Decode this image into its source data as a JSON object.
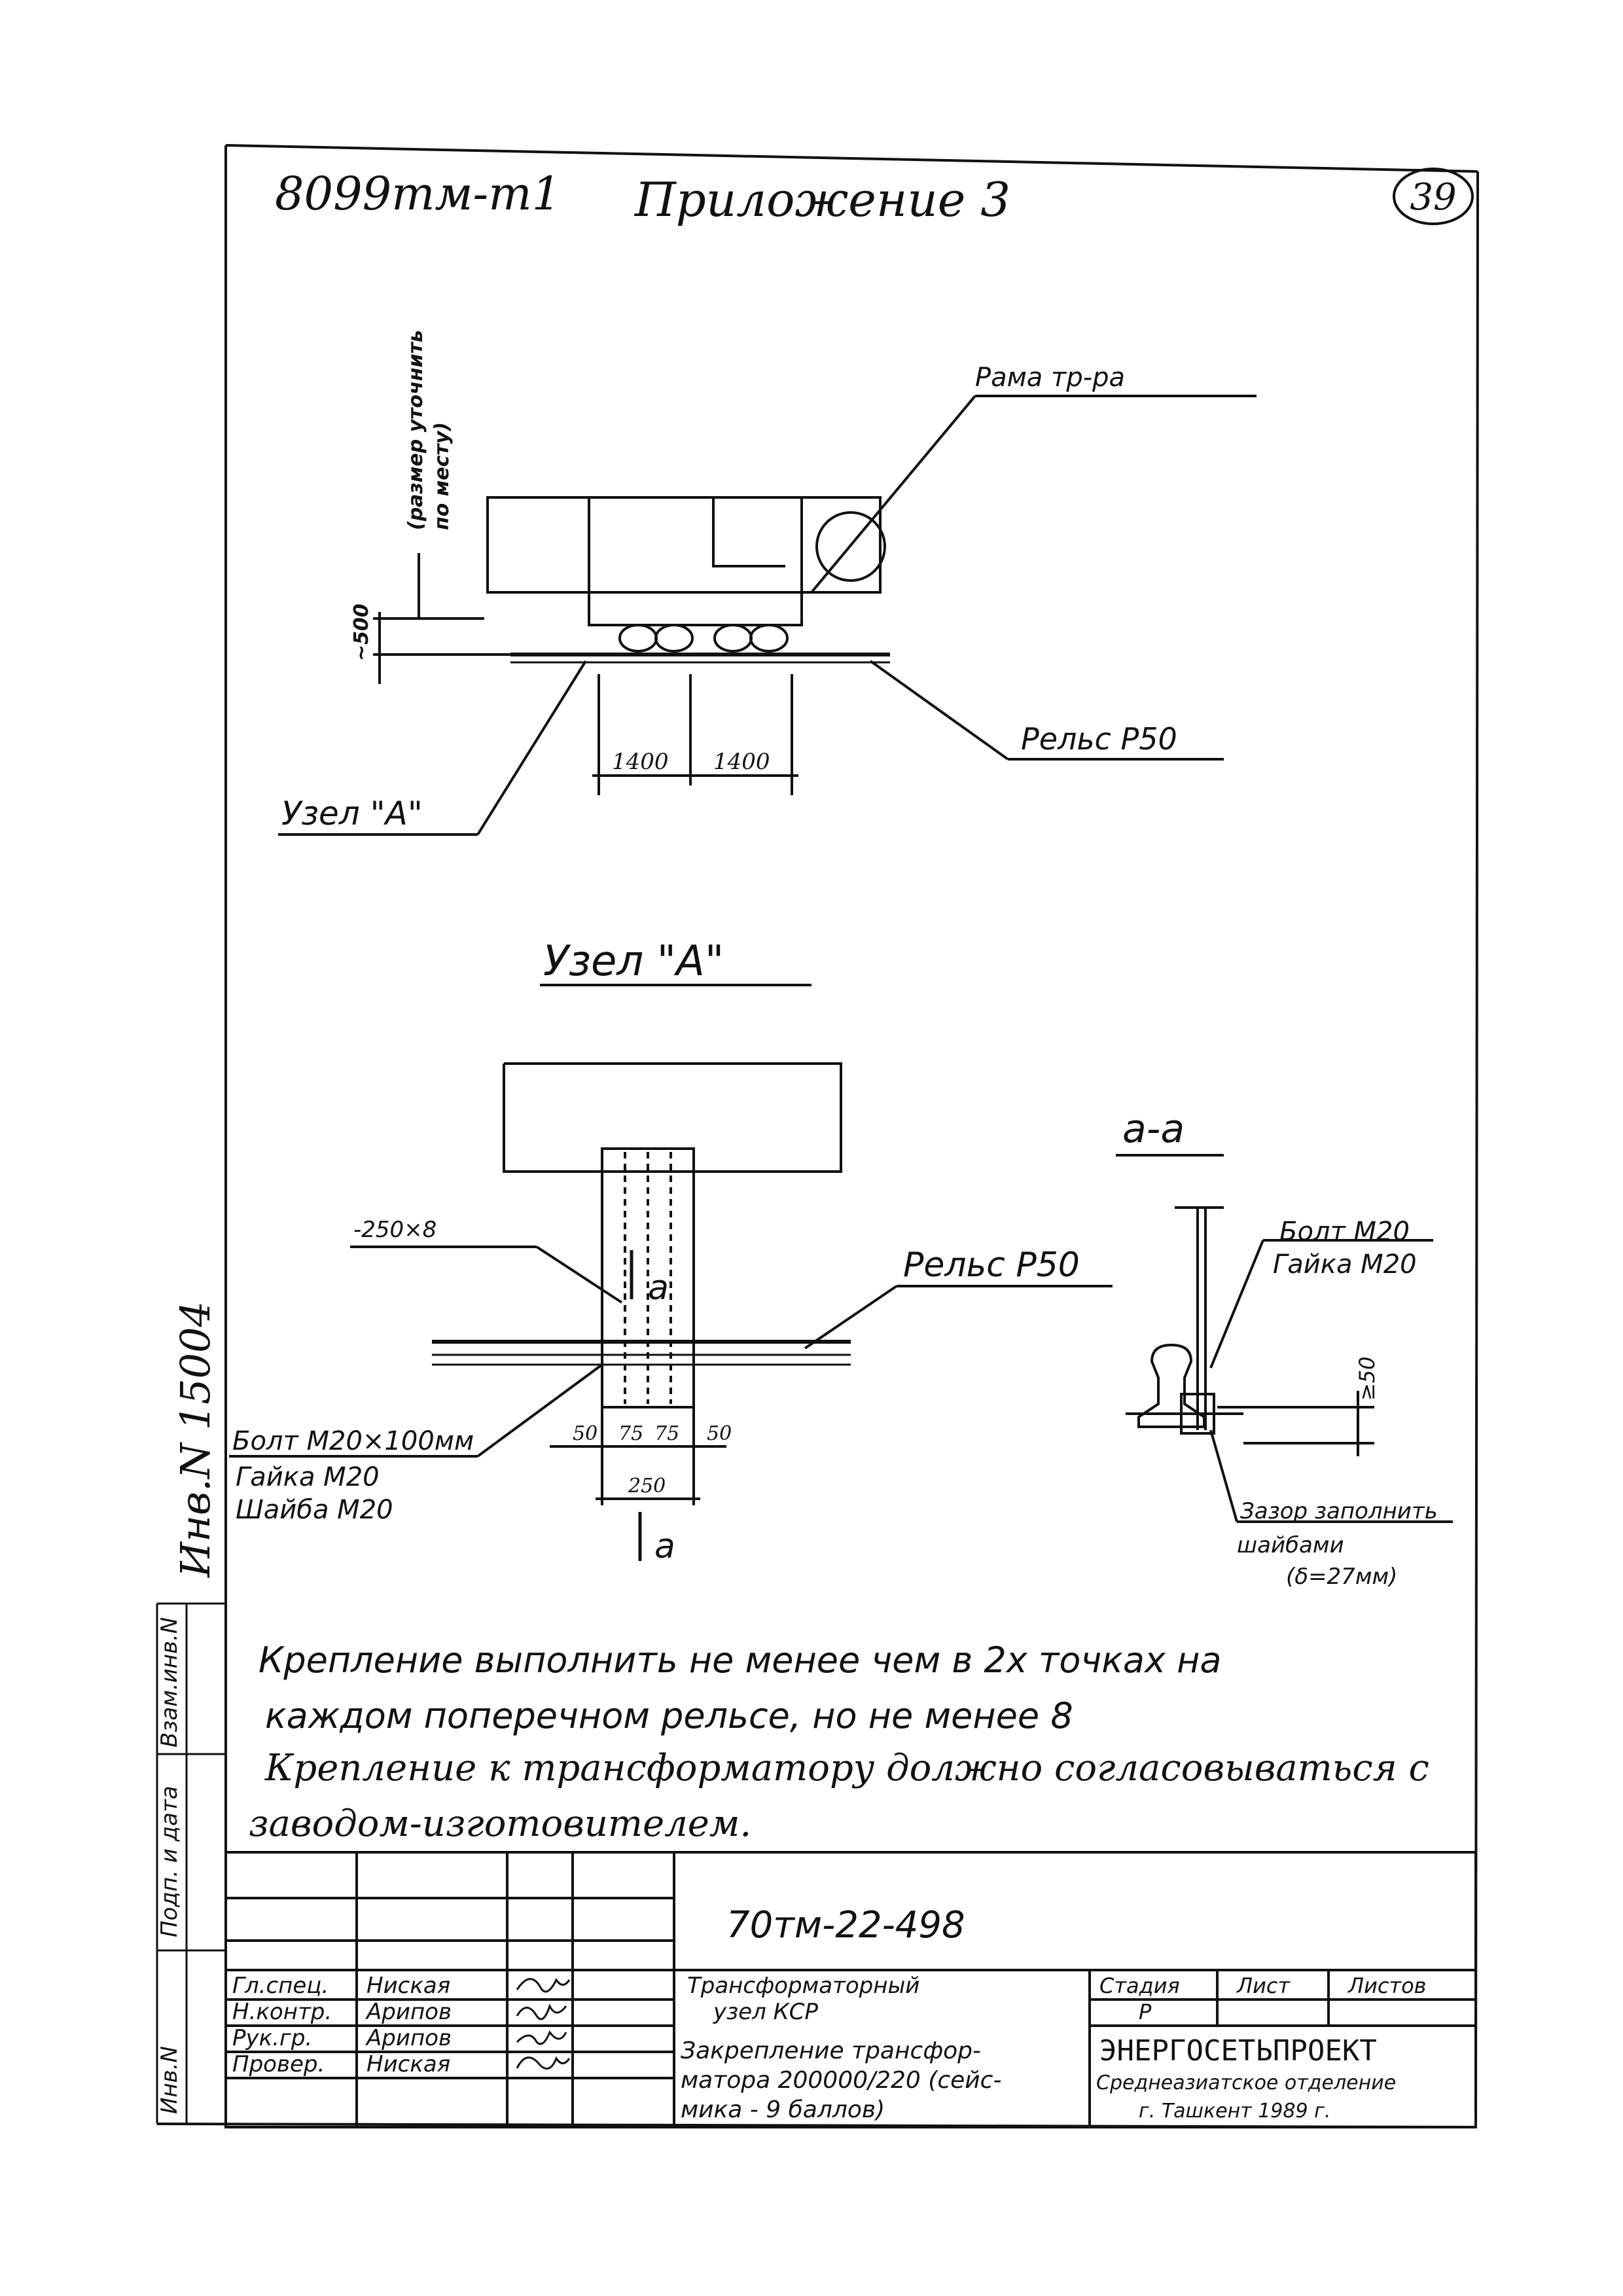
{
  "header": {
    "doc_number": "8099тм-т1",
    "appendix_title": "Приложение 3",
    "page_number": "39"
  },
  "top_view": {
    "vertical_note_line1": "(размер уточнить",
    "vertical_note_line2": "по месту)",
    "dimension_left": "~500",
    "dimension_1": "1400",
    "dimension_2": "1400",
    "label_frame": "Рама тр-ра",
    "label_rail": "Рельс Р50",
    "label_node": "Узел \"А\""
  },
  "detail": {
    "title": "Узел \"А\"",
    "plate_label": "-250×8",
    "rail_label": "Рельс Р50",
    "section_mark": "а",
    "fastener_bolt": "Болт М20×100мм",
    "fastener_nut": "Гайка М20",
    "fastener_washer": "Шайба М20",
    "dim_50_left": "50",
    "dim_75_a": "75",
    "dim_75_b": "75",
    "dim_50_right": "50",
    "dim_250": "250"
  },
  "section": {
    "title": "а-а",
    "bolt": "Болт М20",
    "nut": "Гайка М20",
    "dim_50": "≥50",
    "gap_note_line1": "Зазор заполнить",
    "gap_note_line2": "шайбами",
    "gap_note_line3": "(δ=27мм)"
  },
  "side_stamp": "Инв.N 15004",
  "side_labels": {
    "vzam": "Взам.инв.N",
    "podp": "Подп. и дата",
    "inv": "Инв.N"
  },
  "notes": [
    "Крепление выполнить не менее чем в 2х точках на",
    "каждом поперечном рельсе, но не менее 8",
    "Крепление к трансформатору должно согласовываться с",
    "заводом-изготовителем."
  ],
  "title_block": {
    "project_code": "70тм-22-498",
    "rows": [
      {
        "role": "Гл.спец.",
        "name": "Ниская"
      },
      {
        "role": "Н.контр.",
        "name": "Арипов"
      },
      {
        "role": "Рук.гр.",
        "name": "Арипов"
      },
      {
        "role": "Провер.",
        "name": "Ниская"
      }
    ],
    "object_name_line1": "Трансформаторный",
    "object_name_line2": "узел КСР",
    "drawing_title_line1": "Закрепление трансфор-",
    "drawing_title_line2": "матора 200000/220 (сейс-",
    "drawing_title_line3": "мика - 9 баллов)",
    "col_stage": "Стадия",
    "col_sheet": "Лист",
    "col_sheets": "Листов",
    "stage_value": "Р",
    "org_name": "ЭНЕРГОСЕТЬПРОЕКТ",
    "org_branch": "Среднеазиатское отделение",
    "org_city": "г. Ташкент 1989 г."
  }
}
